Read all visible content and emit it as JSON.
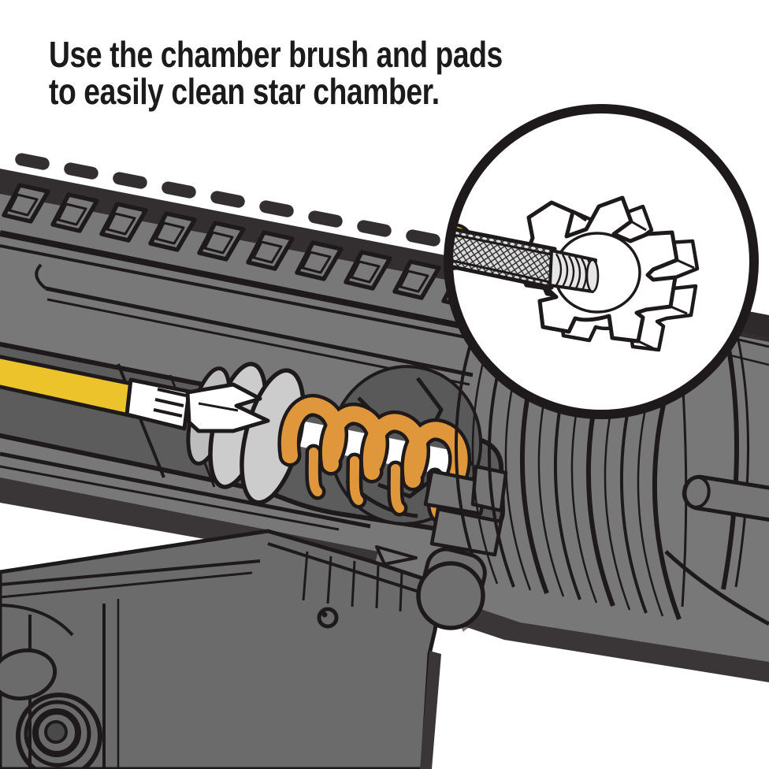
{
  "caption": {
    "line1": "Use the chamber brush and pads",
    "line2": "to easily clean star chamber."
  },
  "colors": {
    "background": "#ffffff",
    "outline": "#1e1a1b",
    "rod_yellow": "#edc32b",
    "brush_orange": "#e0973b",
    "pad_gray": "#cccccc",
    "upper_receiver_gray": "#787878",
    "lower_receiver_gray": "#6b6b6b",
    "interior_gray": "#5c5c5c",
    "lug_gray": "#595959",
    "shadow_dark": "#3a3637",
    "knurl_gray": "#dcdcdc",
    "magnifier_fill": "#ffffff"
  },
  "magnifier": {
    "shows": "star chamber brush tip with knurled rod and star pad"
  },
  "parts": [
    "picatinny-rail",
    "upper-receiver",
    "cleaning-rod",
    "rod-ferrule",
    "cleaning-pads",
    "chamber-brush",
    "star-chamber-lugs",
    "delta-ring",
    "handguard",
    "lower-receiver",
    "pivot-pin",
    "takedown-pin-hole",
    "hinge-pin",
    "magnifier-circle"
  ]
}
